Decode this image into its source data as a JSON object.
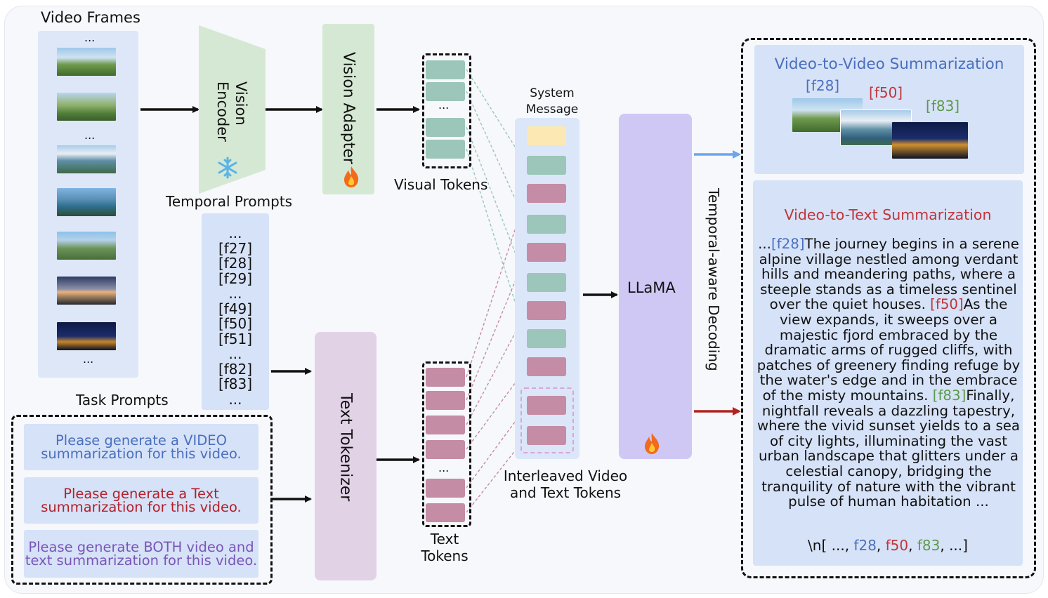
{
  "labels": {
    "video_frames": "Video Frames",
    "vision_encoder": [
      "Vision",
      "Encoder"
    ],
    "vision_adapter": "Vision Adapter",
    "visual_tokens": "Visual Tokens",
    "system_message": [
      "System",
      "Message"
    ],
    "temporal_prompts": "Temporal Prompts",
    "task_prompts": "Task Prompts",
    "text_tokenizer": "Text Tokenizer",
    "text_tokens": [
      "Text",
      "Tokens"
    ],
    "interleaved": [
      "Interleaved Video",
      "and Text Tokens"
    ],
    "llama": "LLaMA",
    "decoding": "Temporal-aware Decoding",
    "ellipsis": "..."
  },
  "temporal_prompt_list": [
    "...",
    "[f27]",
    "[f28]",
    "[f29]",
    "...",
    "[f49]",
    "[f50]",
    "[f51]",
    "...",
    "[f82]",
    "[f83]",
    "..."
  ],
  "task_prompts": [
    {
      "text": "Please generate a VIDEO summarization for this video.",
      "color": "#4a6fbe"
    },
    {
      "text": "Please generate a Text summarization for this video.",
      "color": "#b3202a"
    },
    {
      "text": "Please generate BOTH video and text summarization for this video.",
      "color": "#7a55b8"
    }
  ],
  "outputs": {
    "v2v_title": "Video-to-Video Summarization",
    "v2t_title": "Video-to-Text Summarization",
    "frame_tags": [
      "[f28]",
      "[f50]",
      "[f83]"
    ],
    "summary_segments": [
      {
        "text": "...",
        "color": "#111111"
      },
      {
        "text": "[f28]",
        "color": "#4a6fbe"
      },
      {
        "text": "The journey begins in a serene alpine village nestled among verdant hills and meandering paths, where a steeple stands as a timeless sentinel over the quiet houses. ",
        "color": "#111111"
      },
      {
        "text": "[f50]",
        "color": "#c0363b"
      },
      {
        "text": "As the view expands, it sweeps over a majestic fjord embraced by the dramatic arms of rugged cliffs, with patches of greenery finding refuge by the water's edge and in the embrace of the misty mountains. ",
        "color": "#111111"
      },
      {
        "text": "[f83]",
        "color": "#5c9a47"
      },
      {
        "text": "Finally, nightfall reveals a dazzling tapestry, where the vivid sunset yields to a sea of city lights, illuminating the vast urban landscape that glitters under a celestial canopy, bridging the tranquility of nature with the vibrant pulse of human habitation ...",
        "color": "#111111"
      }
    ],
    "final_line": [
      {
        "text": "\\n[ ..., ",
        "color": "#111111"
      },
      {
        "text": "f28",
        "color": "#4a6fbe"
      },
      {
        "text": ", ",
        "color": "#111111"
      },
      {
        "text": "f50",
        "color": "#c0363b"
      },
      {
        "text": ", ",
        "color": "#111111"
      },
      {
        "text": "f83",
        "color": "#5c9a47"
      },
      {
        "text": ", ...]",
        "color": "#111111"
      }
    ]
  },
  "icons": {
    "frozen": "snowflake-icon",
    "trainable": "fire-icon"
  },
  "colors": {
    "visual_token": "#9cc6ba",
    "text_token": "#c58ca5",
    "system_token": "#fbe8b3",
    "encoder": "#d5e8d4",
    "tokenizer": "#e2d2e6",
    "llama": "#cfc8f5",
    "arrow_video": "#6aa6ee",
    "arrow_text": "#b22222"
  }
}
